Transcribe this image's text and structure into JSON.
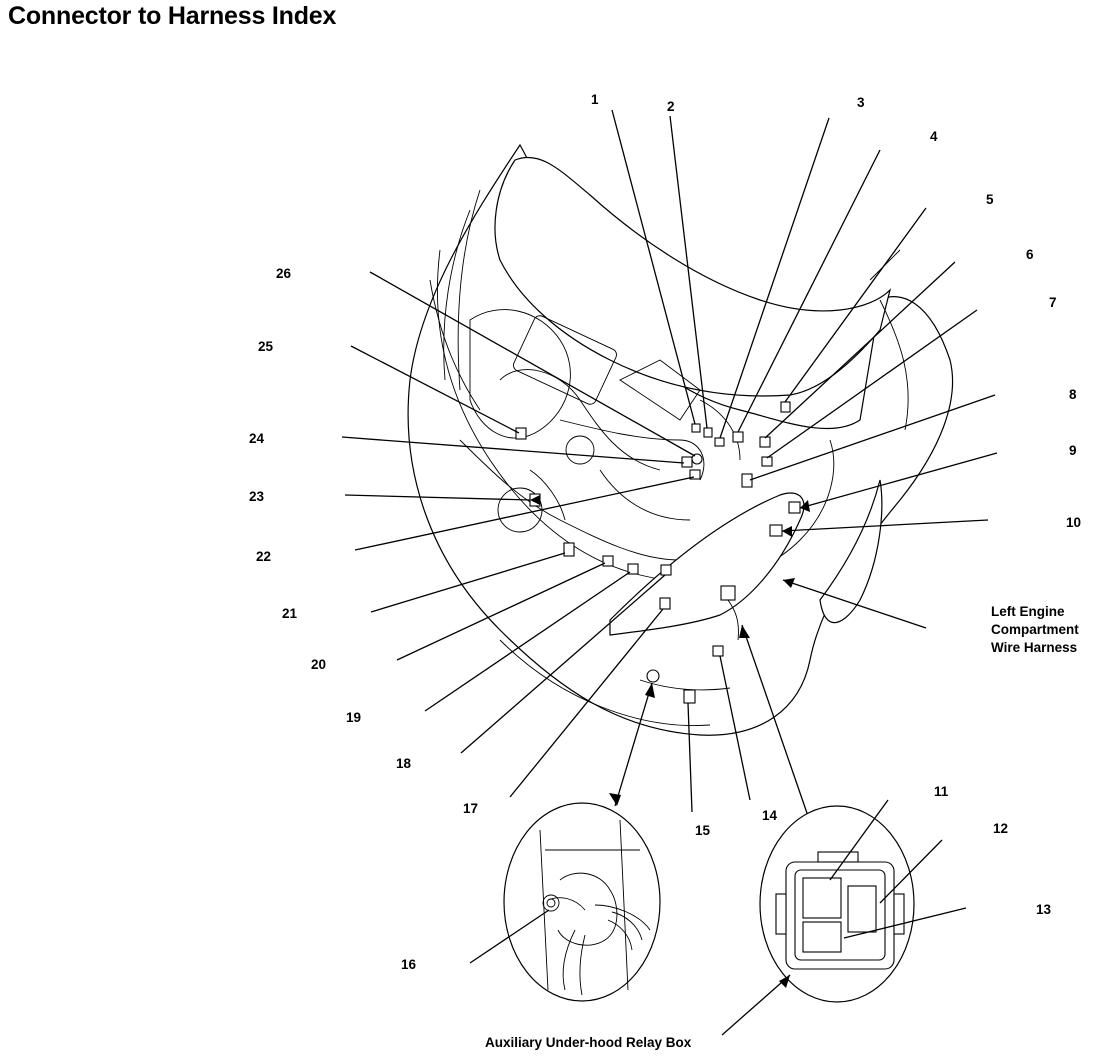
{
  "title": "Connector to Harness Index",
  "callouts": {
    "c1": "1",
    "c2": "2",
    "c3": "3",
    "c4": "4",
    "c5": "5",
    "c6": "6",
    "c7": "7",
    "c8": "8",
    "c9": "9",
    "c10": "10",
    "c11": "11",
    "c12": "12",
    "c13": "13",
    "c14": "14",
    "c15": "15",
    "c16": "16",
    "c17": "17",
    "c18": "18",
    "c19": "19",
    "c20": "20",
    "c21": "21",
    "c22": "22",
    "c23": "23",
    "c24": "24",
    "c25": "25",
    "c26": "26"
  },
  "labels": {
    "harness_line1": "Left Engine",
    "harness_line2": "Compartment",
    "harness_line3": "Wire Harness",
    "relay_box": "Auxiliary Under-hood Relay Box"
  }
}
